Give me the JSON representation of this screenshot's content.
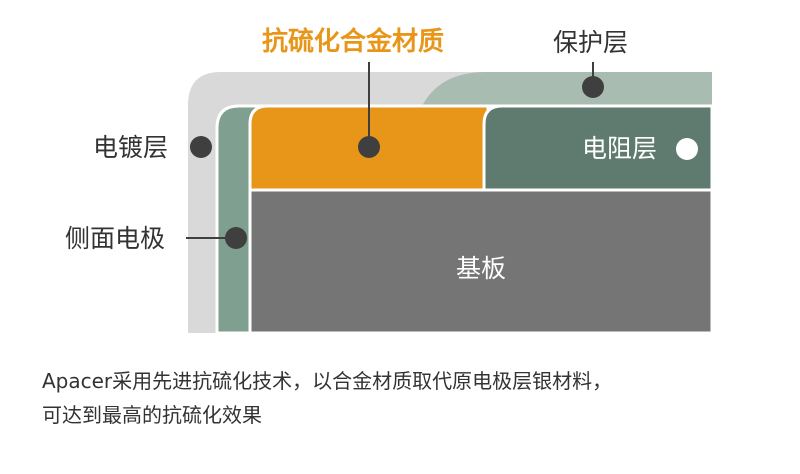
{
  "labels": {
    "sulfur_resistant_material": "抗硫化合金材质",
    "protective_layer": "保护层",
    "plating_layer": "电镀层",
    "resistor_layer": "电阻层",
    "side_electrode": "侧面电极",
    "substrate": "基板"
  },
  "caption": {
    "line1": "Apacer采用先进抗硫化技术，以合金材质取代原电极层银材料，",
    "line2": "可达到最高的抗硫化效果"
  },
  "colors": {
    "protective_layer": "#a9bcb2",
    "plating_layer": "#d9d9d9",
    "side_electrode": "#7f9f90",
    "alloy_layer": "#e89619",
    "resistor_layer": "#5f7a6f",
    "substrate": "#757575",
    "marker_dark": "#3f3f3f",
    "marker_light": "#ffffff",
    "accent_text": "#e89619"
  }
}
